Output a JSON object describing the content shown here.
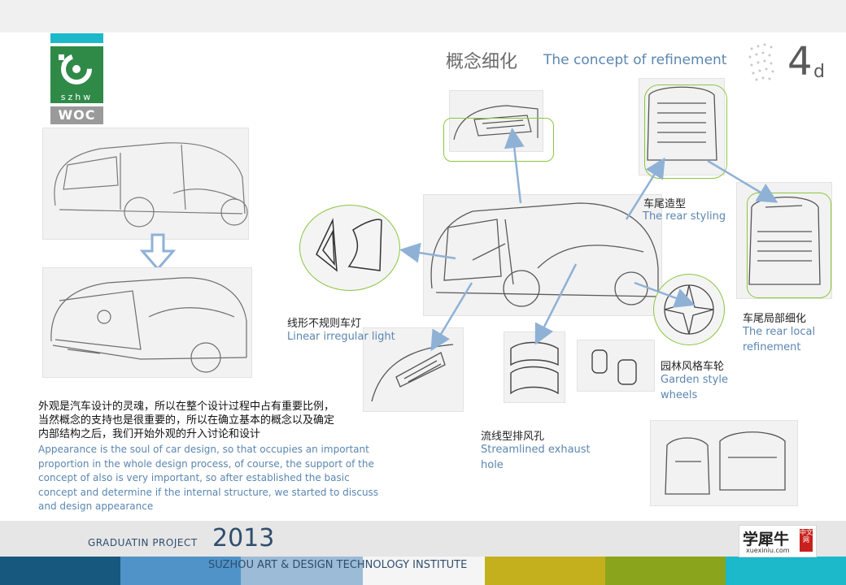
{
  "logo": {
    "text": "szhw",
    "subtext": "WOC"
  },
  "header": {
    "title_cn": "概念细化",
    "title_en": "The concept of refinement",
    "page_number": "4",
    "page_suffix": "d"
  },
  "captions": {
    "rear_styling": {
      "cn": "车尾造型",
      "en": "The rear styling"
    },
    "linear_light": {
      "cn": "线形不规则车灯",
      "en": "Linear irregular light"
    },
    "rear_local": {
      "cn": "车尾局部细化",
      "en_line1": "The rear local",
      "en_line2": "refinement"
    },
    "garden_wheels": {
      "cn": "园林风格车轮",
      "en_line1": "Garden style",
      "en_line2": "wheels"
    },
    "exhaust": {
      "cn": "流线型排风孔",
      "en_line1": "Streamlined exhaust",
      "en_line2": "hole"
    }
  },
  "description": {
    "cn_lines": [
      "外观是汽车设计的灵魂，所以在整个设计过程中占有重要比例，",
      "当然概念的支持也是很重要的，所以在确立基本的概念以及确定",
      "内部结构之后，我们开始外观的升入讨论和设计"
    ],
    "en_lines": [
      "Appearance is the soul of car design, so that occupies an important",
      "proportion in the whole design process, of course, the support of the",
      "concept of also is very important, so after established the basic",
      "concept and determine if the internal structure, we started to discuss",
      "and design appearance"
    ]
  },
  "footer": {
    "project_label": "GRADUATIN  PROJECT",
    "year": "2013",
    "institute": "SUZHOU ART & DESIGN TECHNOLOGY INSTITUTE",
    "stripe_colors": [
      "#17587f",
      "#4f93c9",
      "#9bbbd6",
      "#f5f5f5",
      "#c4b01c",
      "#8aa51b",
      "#1bb9c9"
    ],
    "brand": {
      "name": "学犀牛",
      "url": "xuexiniu.com",
      "mark": "中文网"
    }
  },
  "colors": {
    "accent_blue": "#5b86b0",
    "highlight_green": "#8cc63f",
    "arrow_blue": "#8fb1d6"
  }
}
